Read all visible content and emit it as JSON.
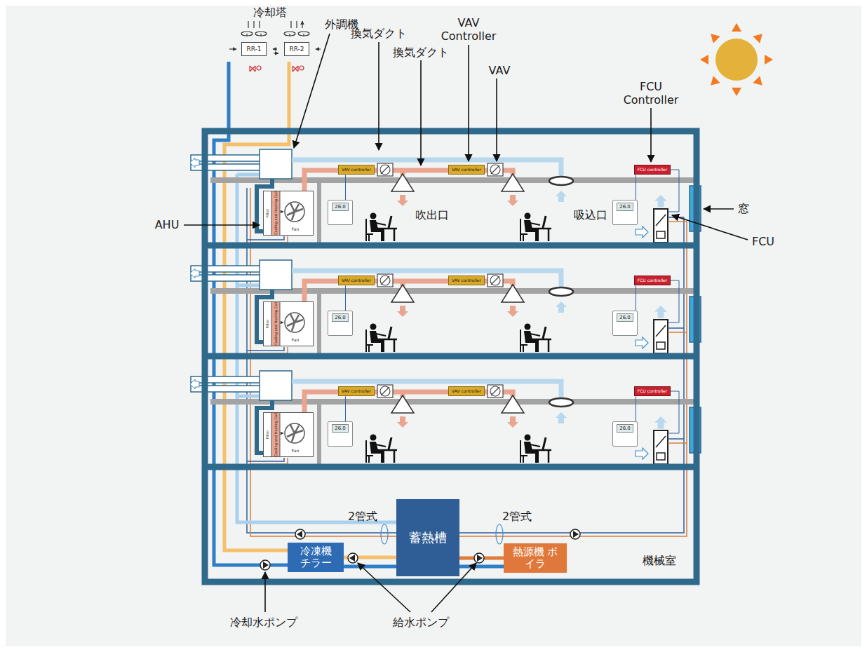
{
  "diagram": {
    "nodes": [
      {
        "text": [
          "RR-1"
        ]
      },
      {
        "text": [
          "RR-2"
        ]
      },
      {
        "text": [
          "VAV controller"
        ]
      },
      {
        "text": [
          "VAV controller"
        ]
      },
      {
        "text": [
          "FCU controller"
        ]
      },
      {
        "text": [
          "Filter",
          "Cooling and Heating Coil",
          "Fan"
        ]
      },
      {
        "text": [
          "26.0"
        ]
      },
      {
        "text": [
          "26.0"
        ]
      },
      {
        "text": [
          "VAV controller"
        ]
      },
      {
        "text": [
          "VAV controller"
        ]
      },
      {
        "text": [
          "FCU controller"
        ]
      },
      {
        "text": [
          "Filter",
          "Cooling and Heating Coil",
          "Fan"
        ]
      },
      {
        "text": [
          "26.0"
        ]
      },
      {
        "text": [
          "26.0"
        ]
      },
      {
        "text": [
          "VAV controller"
        ]
      },
      {
        "text": [
          "VAV controller"
        ]
      },
      {
        "text": [
          "FCU controller"
        ]
      },
      {
        "text": [
          "Filter",
          "Cooling and Heating Coil",
          "Fan"
        ]
      },
      {
        "text": [
          "26.0"
        ]
      },
      {
        "text": [
          "26.0"
        ]
      },
      {
        "text": [
          "冷凍機 チラー"
        ]
      },
      {
        "text": [
          "蓄熱槽"
        ]
      },
      {
        "text": [
          "熱源機 ボイラ"
        ]
      }
    ],
    "edges": [
      {
        "from": 2,
        "to": 6,
        "arrow": "none"
      },
      {
        "from": 4,
        "to": 7,
        "arrow": "none"
      },
      {
        "from": 8,
        "to": 12,
        "arrow": "none"
      },
      {
        "from": 10,
        "to": 13,
        "arrow": "none"
      },
      {
        "from": 14,
        "to": 18,
        "arrow": "none"
      },
      {
        "from": 16,
        "to": 19,
        "arrow": "none"
      },
      {
        "from": 20,
        "to": 21,
        "arrow": "none"
      },
      {
        "from": 21,
        "to": 22,
        "arrow": "none"
      }
    ],
    "labels": [
      "冷却塔",
      "外調機",
      "換気ダクト",
      "VAV Controller",
      "換気ダクト",
      "VAV",
      "FCU Controller",
      "AHU",
      "吹出口",
      "吸込口",
      "窓",
      "FCU",
      "2管式",
      "2管式",
      "機械室",
      "冷却水ポンプ",
      "給水ポンプ"
    ]
  }
}
